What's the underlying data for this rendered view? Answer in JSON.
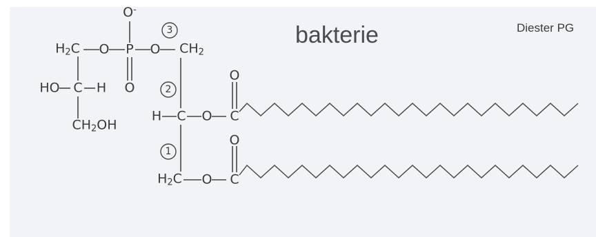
{
  "title": "bakterie",
  "corner_label": "Diester PG",
  "molecule": {
    "glycerol_head": {
      "top": "H2C",
      "middle": "HO",
      "middle_c": "C",
      "middle_h": "H",
      "bottom": "CH2OH"
    },
    "phosphate": {
      "p": "P",
      "o_minus": "O-",
      "o_left": "O",
      "o_right": "O",
      "o_double": "O"
    },
    "backbone": {
      "top": "CH2",
      "middle_h": "H",
      "middle_c": "C",
      "bottom": "H2C"
    },
    "ester_oxygens": [
      "O",
      "O"
    ],
    "carbonyl": {
      "c": "C",
      "o": "O"
    },
    "position_numbers": [
      "3",
      "2",
      "1"
    ]
  }
}
